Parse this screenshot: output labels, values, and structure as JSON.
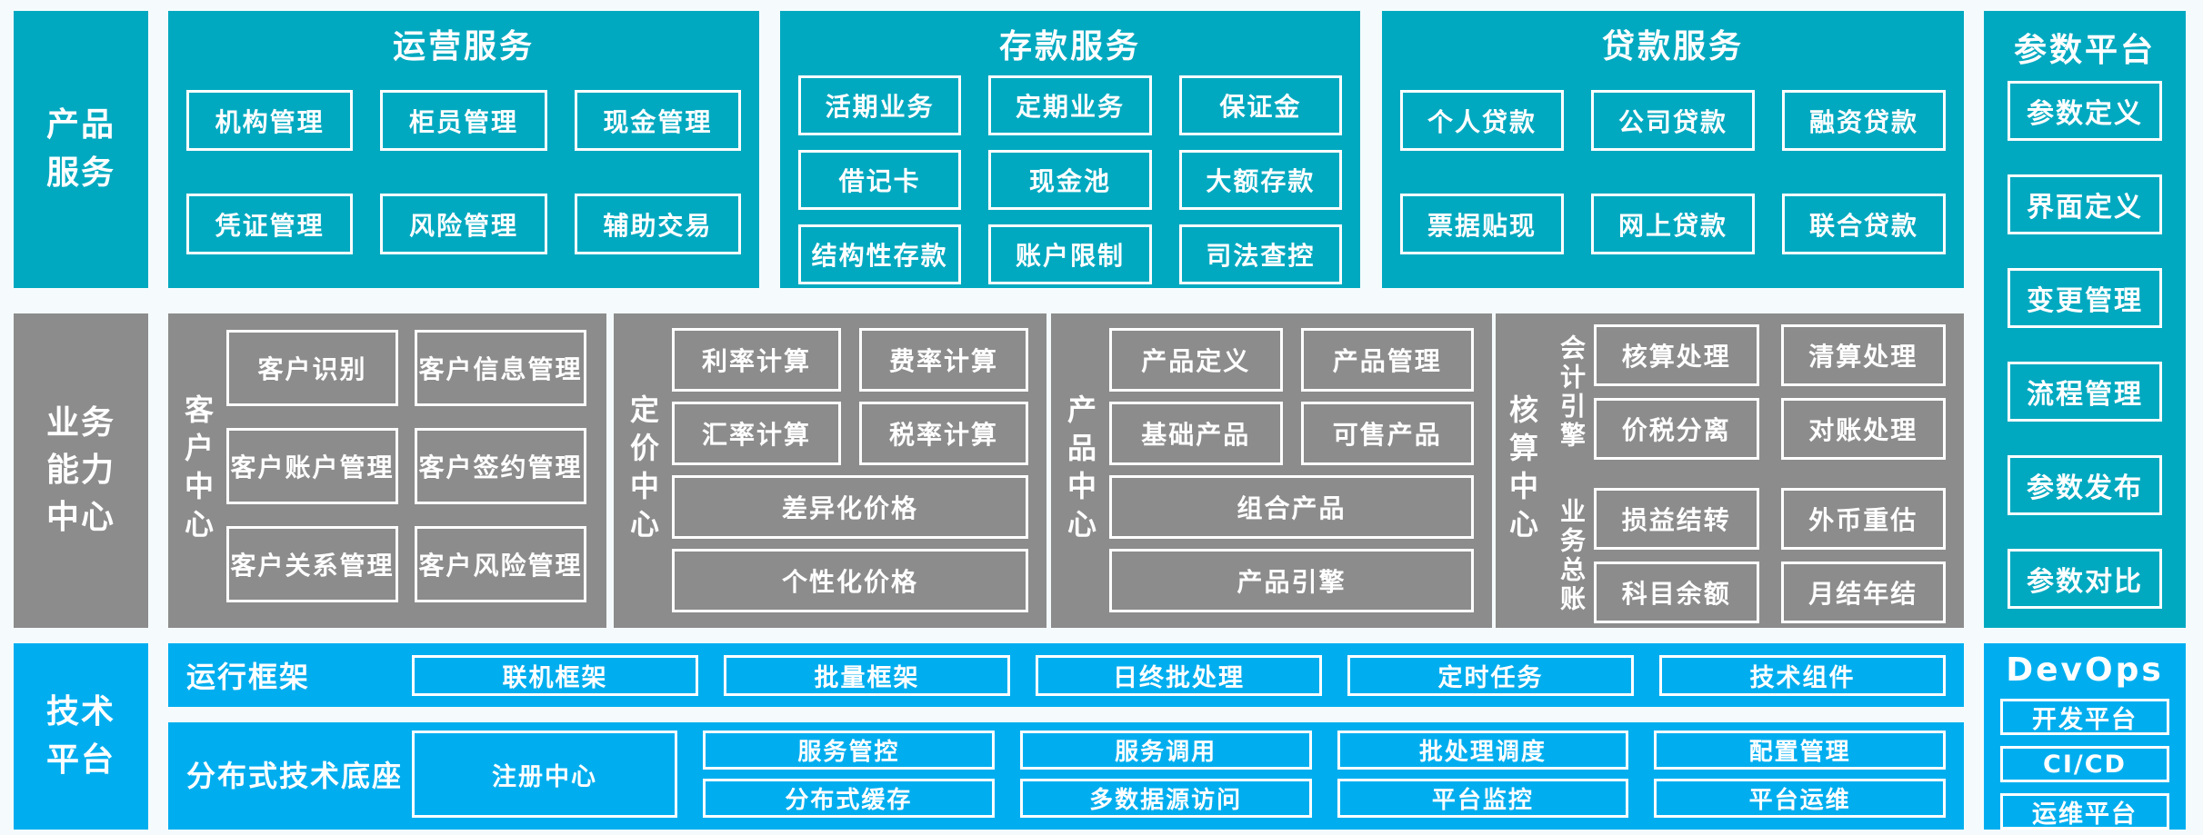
{
  "colors": {
    "teal": "#00a9c0",
    "gray": "#8c8c8c",
    "blue": "#00aeef",
    "box_border": "#ffffff",
    "text": "#ffffff",
    "background": "#f5fbfd"
  },
  "product_services": {
    "lines": [
      "产品",
      "服务"
    ]
  },
  "operation": {
    "title": "运营服务",
    "items": [
      "机构管理",
      "柜员管理",
      "现金管理",
      "凭证管理",
      "风险管理",
      "辅助交易"
    ]
  },
  "deposit": {
    "title": "存款服务",
    "items": [
      "活期业务",
      "定期业务",
      "保证金",
      "借记卡",
      "现金池",
      "大额存款",
      "结构性存款",
      "账户限制",
      "司法查控"
    ]
  },
  "loan": {
    "title": "贷款服务",
    "items": [
      "个人贷款",
      "公司贷款",
      "融资贷款",
      "票据贴现",
      "网上贷款",
      "联合贷款"
    ]
  },
  "param_platform": {
    "title": "参数平台",
    "items": [
      "参数定义",
      "界面定义",
      "变更管理",
      "流程管理",
      "参数发布",
      "参数对比"
    ]
  },
  "business_capability": {
    "lines": [
      "业务",
      "能力",
      "中心"
    ]
  },
  "customer_center": {
    "label": "客户中心",
    "items": [
      "客户识别",
      "客户信息管理",
      "客户账户管理",
      "客户签约管理",
      "客户关系管理",
      "客户风险管理"
    ]
  },
  "pricing_center": {
    "label": "定价中心",
    "grid_items": [
      "利率计算",
      "费率计算",
      "汇率计算",
      "税率计算"
    ],
    "wide_items": [
      "差异化价格",
      "个性化价格"
    ]
  },
  "product_center": {
    "label": "产品中心",
    "grid_items": [
      "产品定义",
      "产品管理",
      "基础产品",
      "可售产品"
    ],
    "wide_items": [
      "组合产品",
      "产品引擎"
    ]
  },
  "accounting_center": {
    "label": "核算中心",
    "groups": [
      {
        "label": "会计引擎",
        "items": [
          "核算处理",
          "清算处理",
          "价税分离",
          "对账处理"
        ]
      },
      {
        "label": "业务总账",
        "items": [
          "损益结转",
          "外币重估",
          "科目余额",
          "月结年结"
        ]
      }
    ]
  },
  "tech_platform": {
    "lines": [
      "技术",
      "平台"
    ]
  },
  "runtime_framework": {
    "label": "运行框架",
    "items": [
      "联机框架",
      "批量框架",
      "日终批处理",
      "定时任务",
      "技术组件"
    ]
  },
  "distributed_base": {
    "label": "分布式技术底座",
    "registry": "注册中心",
    "row1": [
      "服务管控",
      "服务调用",
      "批处理调度",
      "配置管理"
    ],
    "row2": [
      "分布式缓存",
      "多数据源访问",
      "平台监控",
      "平台运维"
    ]
  },
  "devops": {
    "title": "DevOps",
    "items": [
      "开发平台",
      "CI/CD",
      "运维平台"
    ]
  }
}
